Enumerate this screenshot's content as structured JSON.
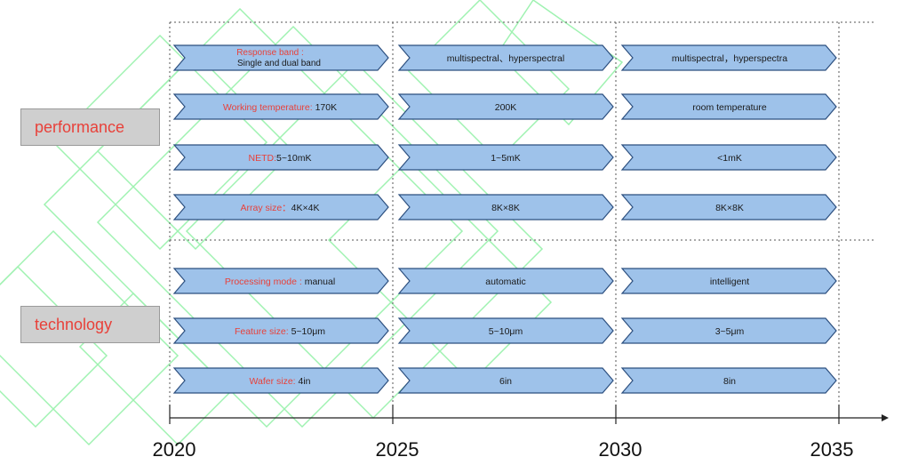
{
  "categories": [
    {
      "label": "performance"
    },
    {
      "label": "technology"
    }
  ],
  "years": [
    "2020",
    "2025",
    "2030",
    "2035"
  ],
  "rows": [
    {
      "group": 0,
      "label_line1": "Response band :",
      "label_line2": "Single and dual band",
      "value": "",
      "phase2": "multispectral、hyperspectral",
      "phase3": "multispectral，hyperspectra"
    },
    {
      "group": 0,
      "label_line1": "Working temperature:",
      "label_line2": "",
      "value": "170K",
      "phase2": "200K",
      "phase3": "room temperature"
    },
    {
      "group": 0,
      "label_line1": "NETD:",
      "label_line2": "",
      "value": "5~10mK",
      "phase2": "1~5mK",
      "phase3": "<1mK"
    },
    {
      "group": 0,
      "label_line1": "Array size：",
      "label_line2": "",
      "value": "4K×4K",
      "phase2": "8K×8K",
      "phase3": "8K×8K"
    },
    {
      "group": 1,
      "label_line1": "Processing mode :",
      "label_line2": "",
      "value": "manual",
      "phase2": "automatic",
      "phase3": "intelligent"
    },
    {
      "group": 1,
      "label_line1": "Feature size:",
      "label_line2": "",
      "value": "5~10μm",
      "phase2": "5~10μm",
      "phase3": "3~5μm"
    },
    {
      "group": 1,
      "label_line1": "Wafer size:",
      "label_line2": "",
      "value": "4in",
      "phase2": "6in",
      "phase3": "8in"
    }
  ],
  "colors": {
    "arrow_fill": "#9ec2ea",
    "arrow_stroke": "#2c4f7f",
    "label_red": "#e8413a",
    "category_bg": "#cfcfcf",
    "deco_green": "#8ff0a4"
  }
}
